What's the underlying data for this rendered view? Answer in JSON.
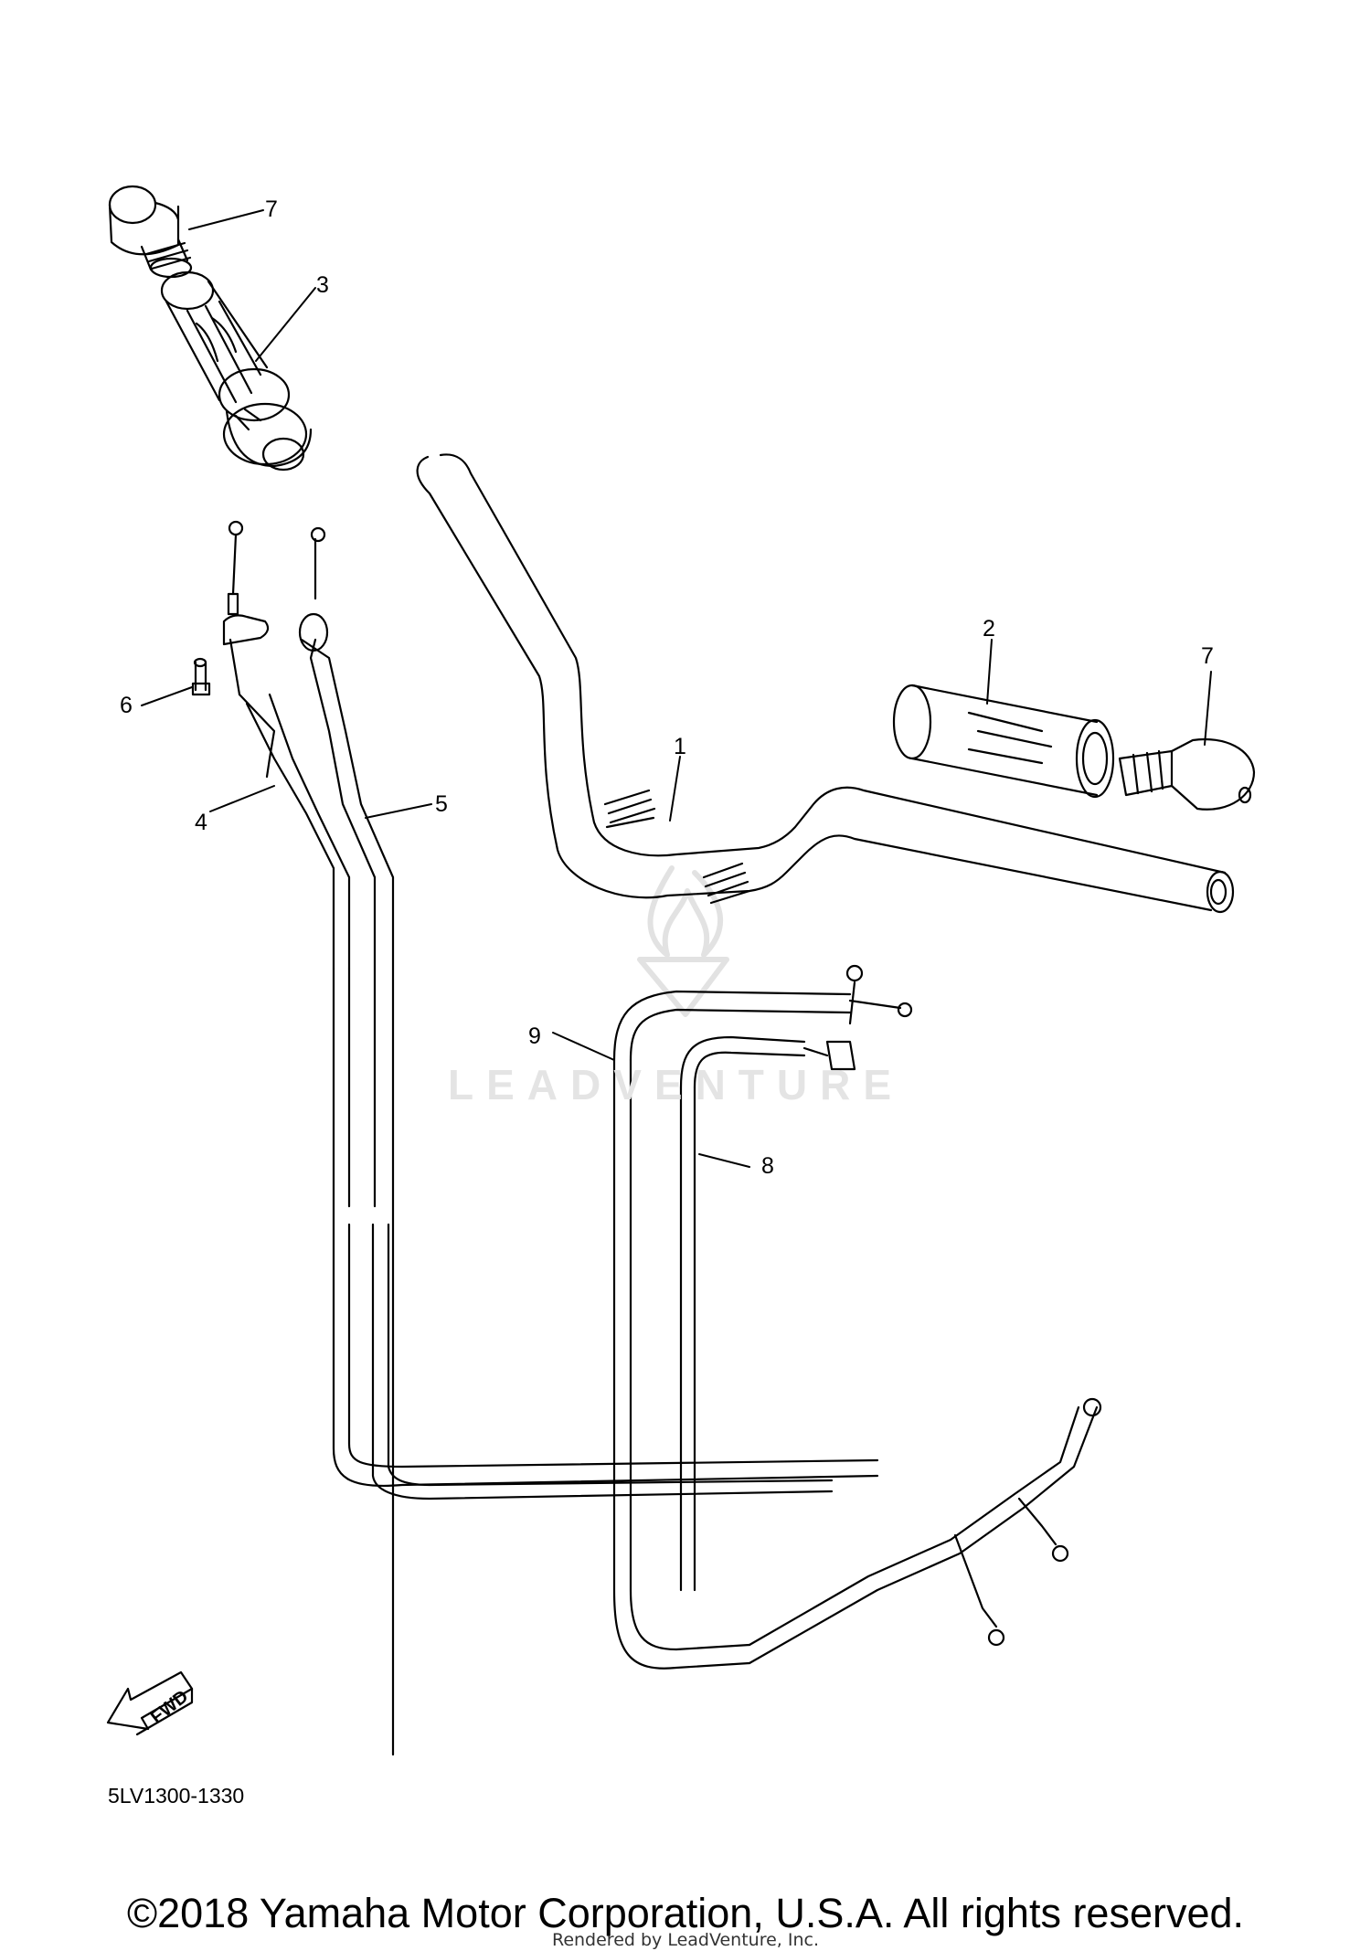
{
  "callouts": [
    {
      "id": "7a",
      "text": "7"
    },
    {
      "id": "3",
      "text": "3"
    },
    {
      "id": "6",
      "text": "6"
    },
    {
      "id": "4",
      "text": "4"
    },
    {
      "id": "5",
      "text": "5"
    },
    {
      "id": "2",
      "text": "2"
    },
    {
      "id": "7b",
      "text": "7"
    },
    {
      "id": "1",
      "text": "1"
    },
    {
      "id": "9",
      "text": "9"
    },
    {
      "id": "8",
      "text": "8"
    }
  ],
  "watermark": "LEADVENTURE",
  "fwd_label": "FWD",
  "diagram_code": "5LV1300-1330",
  "copyright": "©2018 Yamaha Motor Corporation, U.S.A. All rights reserved.",
  "rendered_by": "Rendered by LeadVenture, Inc."
}
